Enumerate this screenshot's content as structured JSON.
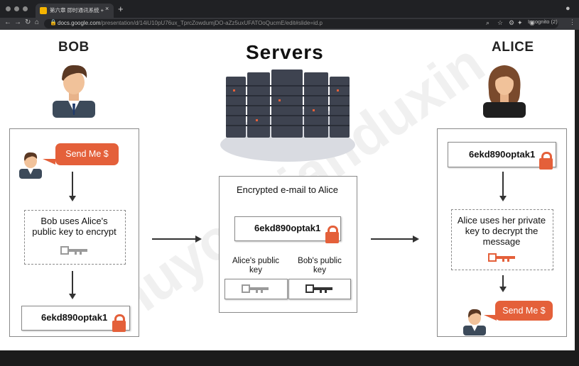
{
  "browser": {
    "tab_title": "第六章 即时通讯系统 + 数据进化",
    "tab_close": "×",
    "new_tab": "+",
    "url_host": "docs.google.com",
    "url_path": "/presentation/d/14iU10pU76ux_TprcZowdumjDO-aZz5uxUFATOoQucmE/edit#slide=id.p",
    "incognito_label": "Incognito (2)",
    "nav_back": "←",
    "nav_forward": "→",
    "nav_reload": "↻",
    "nav_home": "⌂"
  },
  "slide": {
    "bob": {
      "name": "BOB",
      "request_bubble": "Send Me $",
      "encrypt_text": "Bob uses Alice's public key to encrypt",
      "ciphertext": "6ekd890optak1"
    },
    "servers": {
      "title": "Servers",
      "box_title": "Encrypted e-mail to Alice",
      "ciphertext": "6ekd890optak1",
      "alice_key_label": "Alice's public key",
      "bob_key_label": "Bob's public key"
    },
    "alice": {
      "name": "ALICE",
      "ciphertext": "6ekd890optak1",
      "decrypt_text": "Alice uses her private key to decrypt the message",
      "message_bubble": "Send Me $"
    },
    "watermark": "huyouqianduxin"
  },
  "colors": {
    "accent": "#e4603a",
    "slide_bg": "#ffffff",
    "chrome": "#202124"
  },
  "icons": [
    "key-icon",
    "padlock-icon",
    "person-icon",
    "server-rack-icon",
    "cloud-icon"
  ]
}
